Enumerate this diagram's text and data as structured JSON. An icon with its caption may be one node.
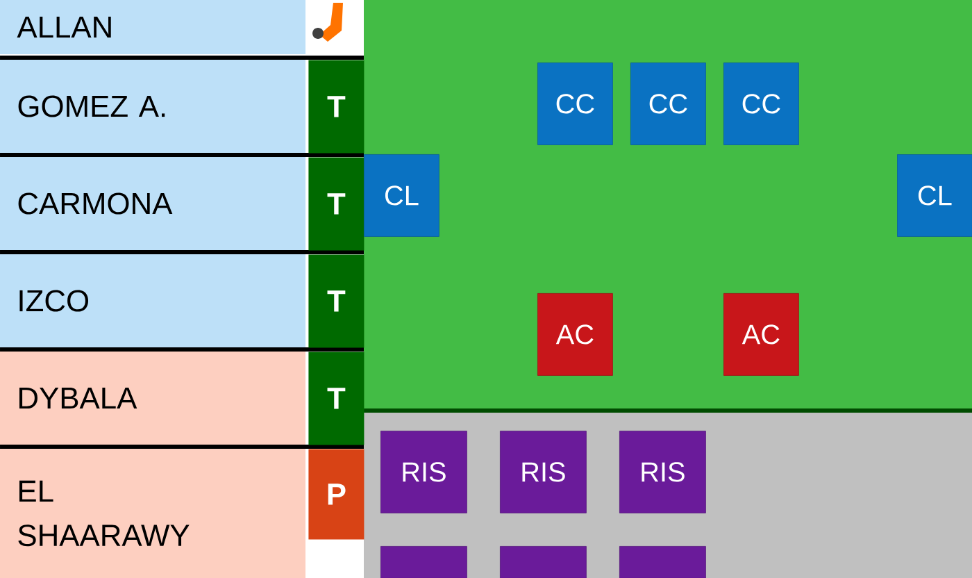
{
  "diagram": {
    "nodes": [
      {
        "text": [
          "ALLAN"
        ]
      },
      {
        "text": [
          "GOMEZ A."
        ]
      },
      {
        "text": [
          "CARMONA"
        ]
      },
      {
        "text": [
          "IZCO"
        ]
      },
      {
        "text": [
          "DYBALA"
        ]
      },
      {
        "text": [
          "EL SHAARAWY"
        ]
      },
      {
        "text": [
          "T"
        ]
      },
      {
        "text": [
          "T"
        ]
      },
      {
        "text": [
          "T"
        ]
      },
      {
        "text": [
          "T"
        ]
      },
      {
        "text": [
          "P"
        ]
      },
      {
        "text": [
          "CC"
        ]
      },
      {
        "text": [
          "CC"
        ]
      },
      {
        "text": [
          "CC"
        ]
      },
      {
        "text": [
          "CL"
        ]
      },
      {
        "text": [
          "CL"
        ]
      },
      {
        "text": [
          "AC"
        ]
      },
      {
        "text": [
          "AC"
        ]
      },
      {
        "text": [
          "RIS"
        ]
      },
      {
        "text": [
          "RIS"
        ]
      },
      {
        "text": [
          "RIS"
        ]
      },
      {
        "text": [],
        "shape": "box"
      },
      {
        "text": [],
        "shape": "box"
      },
      {
        "text": [],
        "shape": "box"
      }
    ]
  }
}
